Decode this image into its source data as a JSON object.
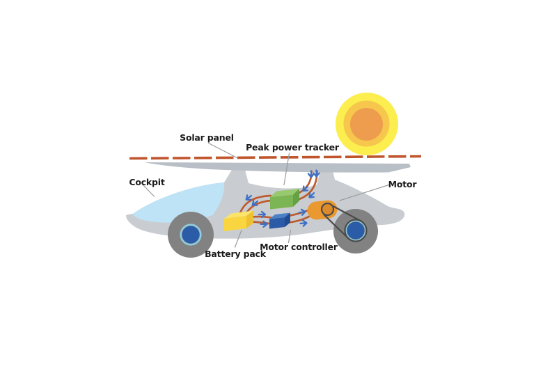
{
  "diagram": {
    "labels": {
      "solar_panel": "Solar panel",
      "peak_power_tracker": "Peak power tracker",
      "cockpit": "Cockpit",
      "motor": "Motor",
      "battery_pack": "Battery pack",
      "motor_controller": "Motor controller"
    },
    "colors": {
      "body": "#C9CDD2",
      "panel_bar": "#B9BFC6",
      "panel_cells": "#C0552D",
      "canopy": "#BEE3F6",
      "wheel": "#828282",
      "hub": "#2B5CA7",
      "hub_ring": "#90CDDF",
      "wire": "#BC5B2F",
      "arrow": "#3E70C4",
      "leader": "#9B9B9B",
      "label": "#1C1C1C",
      "sun_outer": "#FBEE4E",
      "sun_mid": "#F6C64D",
      "sun_inner": "#EE9C4D",
      "tracker_top": "#98C96F",
      "tracker_front": "#7CB553",
      "tracker_side": "#64A243",
      "battery_top": "#FBE469",
      "battery_front": "#F9D53F",
      "battery_side": "#EEC133",
      "controller_top": "#4A80C8",
      "controller_front": "#2B5AA6",
      "controller_side": "#204D92",
      "motor_body": "#E9992F",
      "motor_pulley": "#DD8A2B",
      "belt": "#4B4B4B"
    }
  }
}
